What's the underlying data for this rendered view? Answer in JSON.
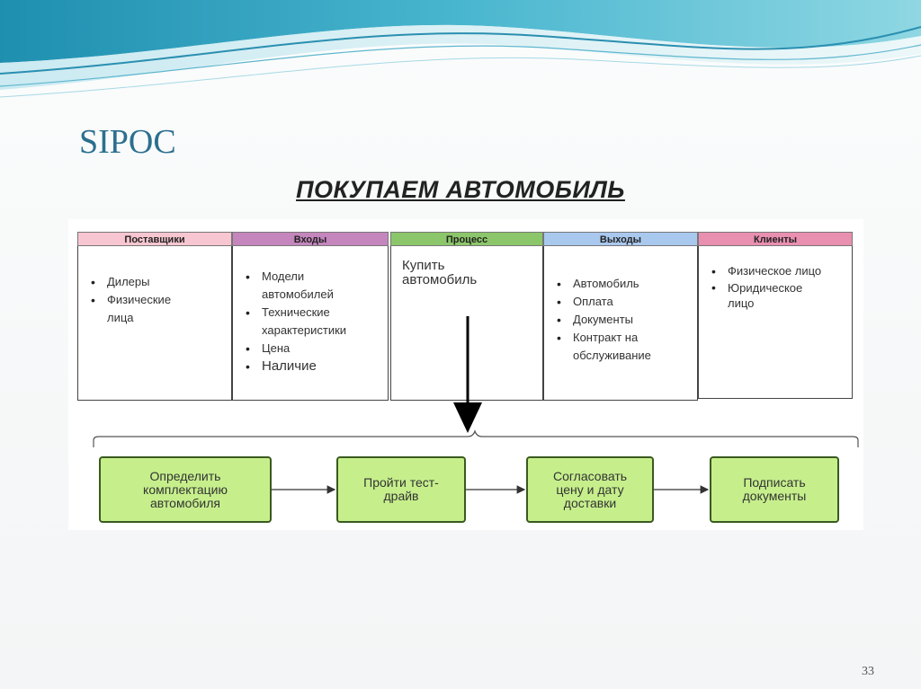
{
  "slide": {
    "title": "SIPOC",
    "subtitle": "ПОКУПАЕМ АВТОМОБИЛЬ",
    "page_number": "33"
  },
  "sipoc": {
    "suppliers": {
      "header": "Поставщики",
      "header_color": "#f7c6d0",
      "items": [
        "Дилеры",
        "Физические лица"
      ]
    },
    "inputs": {
      "header": "Входы",
      "header_color": "#c486bd",
      "items": [
        "Модели автомобилей",
        "Технические характеристики",
        "Цена",
        "Наличие"
      ]
    },
    "process": {
      "header": "Процесс",
      "header_color": "#8cc66a",
      "text": "Купить\nавтомобиль"
    },
    "outputs": {
      "header": "Выходы",
      "header_color": "#a9c8ee",
      "items": [
        "Автомобиль",
        "Оплата",
        "Документы",
        "Контракт на обслуживание"
      ]
    },
    "customers": {
      "header": "Клиенты",
      "header_color": "#e98fb0",
      "items": [
        "Физическое лицо",
        "Юридическое лицо"
      ]
    }
  },
  "steps": [
    "Определить\nкомплектацию\nавтомобиля",
    "Пройти тест-\nдрайв",
    "Согласовать\nцену и дату\nдоставки",
    "Подписать\nдокументы"
  ],
  "colors": {
    "title": "#2b6f8f",
    "step_fill": "#c6ef8c",
    "step_border": "#3a5a20"
  }
}
